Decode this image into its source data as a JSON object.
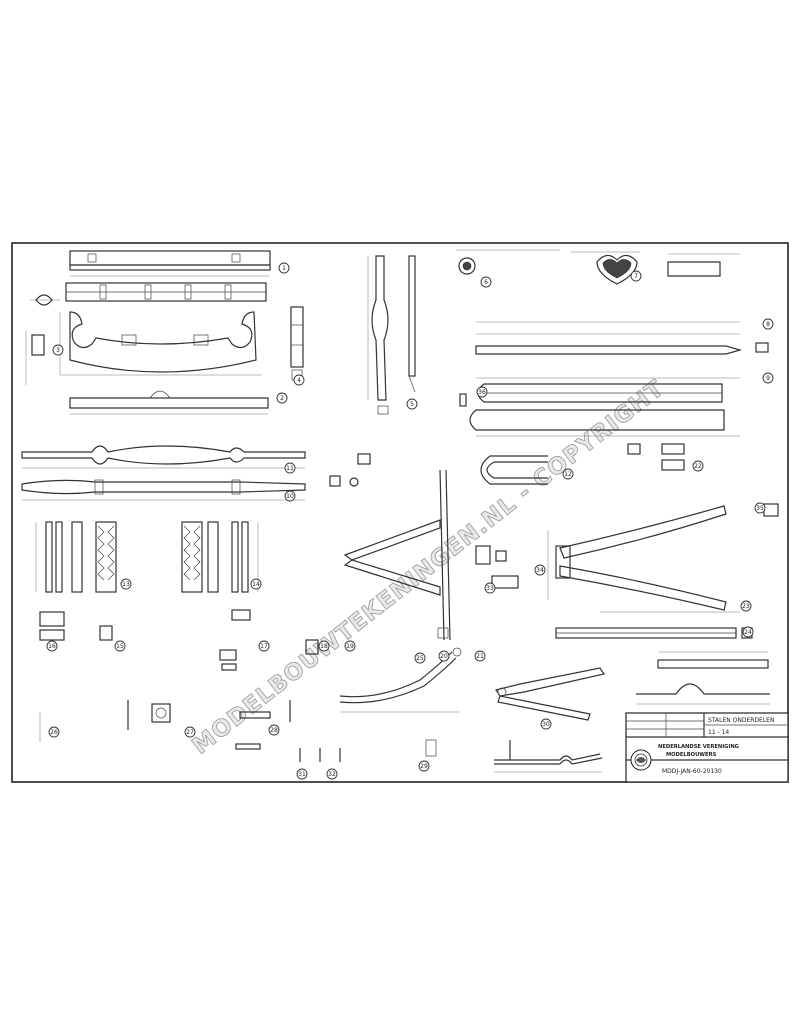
{
  "sheet": {
    "watermark_text": "MODELBOUWTEKENINGEN.NL - COPYRIGHT"
  },
  "title_block": {
    "drawing_title": "STALEN ONDERDELEN",
    "sheet_number": "11 - 14",
    "society_name_line1": "NEDERLANDSE VERENIGING",
    "society_name_line2": "MODELBOUWERS",
    "drawing_code": "MDDJ-JAN-60-20130"
  },
  "callouts": [
    "1",
    "2",
    "3",
    "4",
    "5",
    "6",
    "7",
    "8",
    "9",
    "10",
    "11",
    "12",
    "13",
    "14",
    "15",
    "16",
    "17",
    "18",
    "19",
    "20",
    "21",
    "22",
    "23",
    "24",
    "25",
    "26",
    "27",
    "28",
    "29",
    "30",
    "31",
    "32",
    "33",
    "34",
    "35",
    "36"
  ]
}
